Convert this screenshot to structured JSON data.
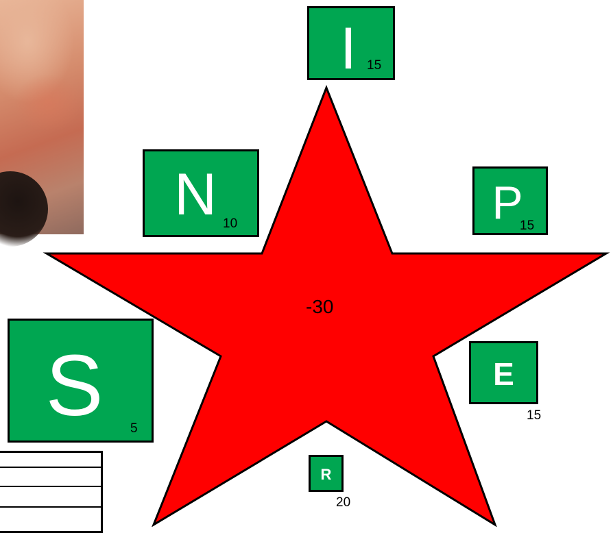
{
  "star": {
    "label": "-30",
    "fill": "#ff0000"
  },
  "tile_color": "#00a651",
  "tiles": [
    {
      "letter": "I",
      "points": "15"
    },
    {
      "letter": "N",
      "points": "10"
    },
    {
      "letter": "P",
      "points": "15"
    },
    {
      "letter": "S",
      "points": "5"
    },
    {
      "letter": "E",
      "points": "15"
    },
    {
      "letter": "R",
      "points": "20"
    }
  ]
}
